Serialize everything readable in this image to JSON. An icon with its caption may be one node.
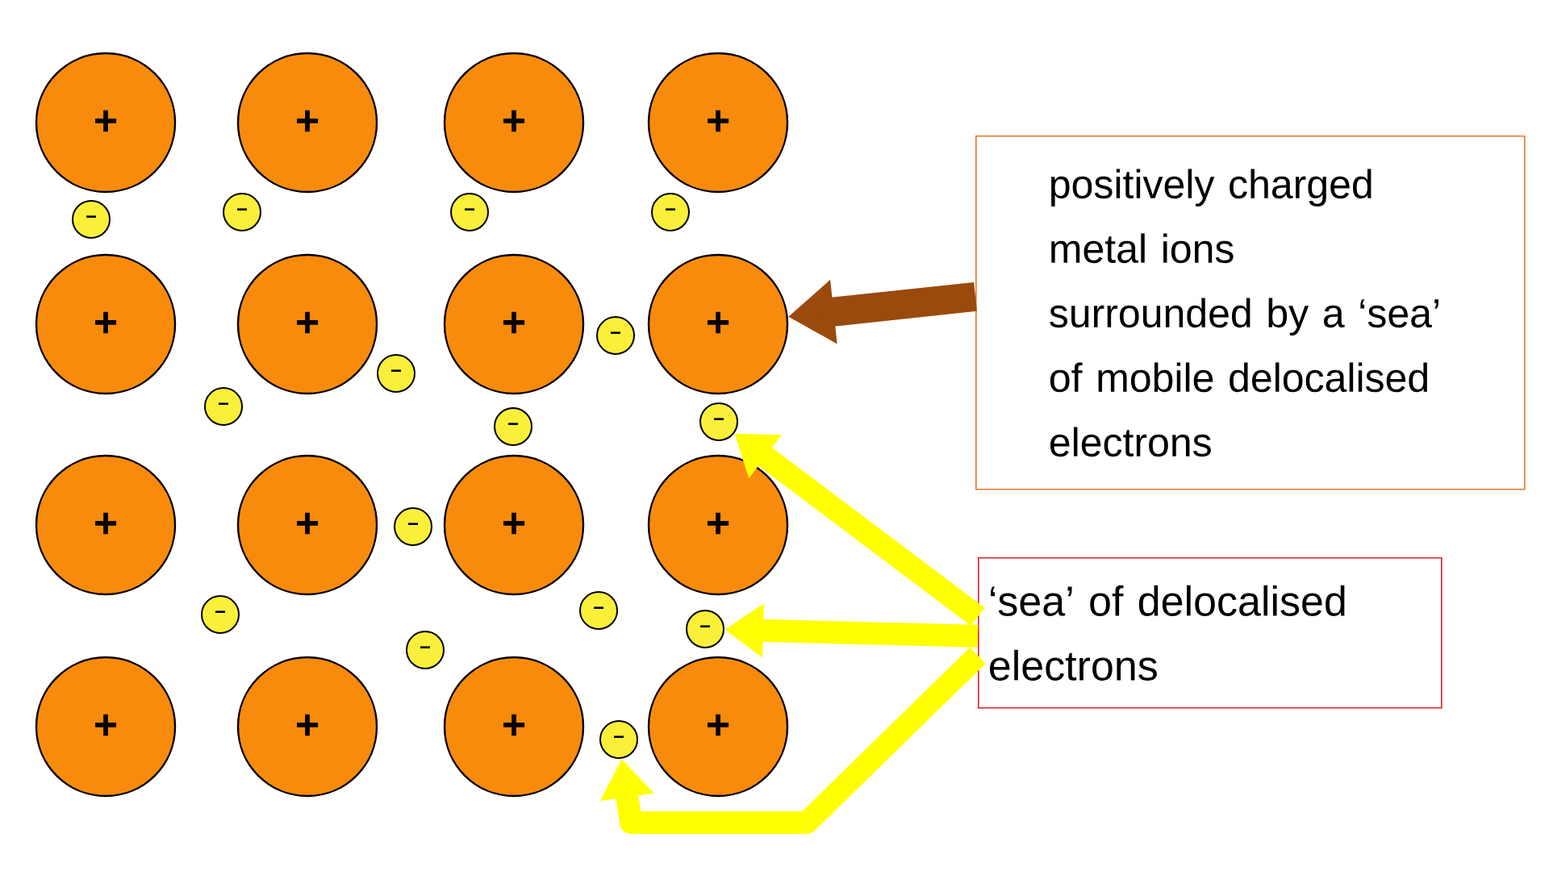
{
  "diagram": {
    "nodes": [
      {
        "text": [
          "+"
        ]
      },
      {
        "text": [
          "+"
        ]
      },
      {
        "text": [
          "+"
        ]
      },
      {
        "text": [
          "+"
        ]
      },
      {
        "text": [
          "−"
        ]
      },
      {
        "text": [
          "−"
        ]
      },
      {
        "text": [
          "−"
        ]
      },
      {
        "text": [
          "−"
        ]
      },
      {
        "text": [
          "+"
        ]
      },
      {
        "text": [
          "+"
        ]
      },
      {
        "text": [
          "+"
        ]
      },
      {
        "text": [
          "+"
        ]
      },
      {
        "text": [
          "−"
        ]
      },
      {
        "text": [
          "−"
        ]
      },
      {
        "text": [
          "−"
        ]
      },
      {
        "text": [
          "−"
        ]
      },
      {
        "text": [
          "−"
        ]
      },
      {
        "text": [
          "+"
        ]
      },
      {
        "text": [
          "+"
        ]
      },
      {
        "text": [
          "+"
        ]
      },
      {
        "text": [
          "+"
        ]
      },
      {
        "text": [
          "−"
        ]
      },
      {
        "text": [
          "−"
        ]
      },
      {
        "text": [
          "−"
        ]
      },
      {
        "text": [
          "−"
        ]
      },
      {
        "text": [
          "−"
        ]
      },
      {
        "text": [
          "+"
        ]
      },
      {
        "text": [
          "+"
        ]
      },
      {
        "text": [
          "+"
        ]
      },
      {
        "text": [
          "+"
        ]
      },
      {
        "text": [
          "−"
        ]
      },
      {
        "text": [
          "positively charged metal ions surrounded by a ‘sea’ of mobile delocalised electrons"
        ]
      },
      {
        "text": [
          "‘sea’ of delocalised electrons"
        ]
      }
    ],
    "edges": [
      {
        "from": 31,
        "to": 11,
        "arrow": "to",
        "color": "#9a4a0c"
      },
      {
        "from": 32,
        "to": 16,
        "arrow": "to"
      },
      {
        "from": 32,
        "to": 25,
        "arrow": "to"
      },
      {
        "from": 32,
        "to": 30,
        "arrow": "to"
      }
    ]
  }
}
